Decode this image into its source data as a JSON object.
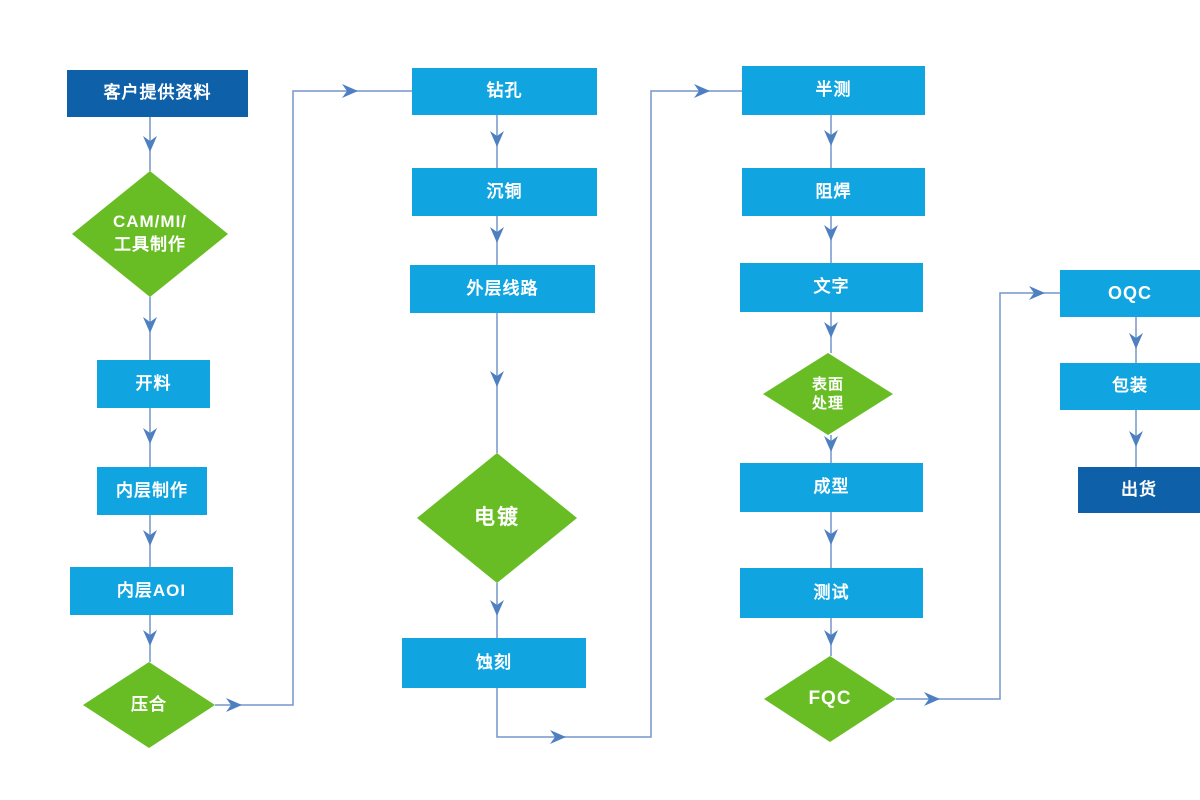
{
  "diagram": {
    "type": "flowchart",
    "subject": "PCB manufacturing process flow",
    "colors": {
      "light_blue": "#10a5e0",
      "dark_blue": "#0e60a8",
      "green": "#67bd23",
      "connector_line": "#7495cb",
      "arrowhead": "#4d7fc1",
      "text": "#ffffff",
      "background": "#ffffff"
    },
    "nodes": [
      {
        "id": "customer",
        "label": "客户提供资料",
        "shape": "rect",
        "variant": "dark"
      },
      {
        "id": "cam",
        "label": "CAM/MI/\n工具制作",
        "shape": "diamond",
        "variant": "green"
      },
      {
        "id": "cutting",
        "label": "开料",
        "shape": "rect",
        "variant": "light"
      },
      {
        "id": "innerfab",
        "label": "内层制作",
        "shape": "rect",
        "variant": "light"
      },
      {
        "id": "inneraoi",
        "label": "内层AOI",
        "shape": "rect",
        "variant": "light"
      },
      {
        "id": "lamination",
        "label": "压合",
        "shape": "diamond",
        "variant": "green"
      },
      {
        "id": "drilling",
        "label": "钻孔",
        "shape": "rect",
        "variant": "light"
      },
      {
        "id": "copper",
        "label": "沉铜",
        "shape": "rect",
        "variant": "light"
      },
      {
        "id": "outer",
        "label": "外层线路",
        "shape": "rect",
        "variant": "light"
      },
      {
        "id": "plating",
        "label": "电镀",
        "shape": "diamond",
        "variant": "green"
      },
      {
        "id": "etching",
        "label": "蚀刻",
        "shape": "rect",
        "variant": "light"
      },
      {
        "id": "halftest",
        "label": "半测",
        "shape": "rect",
        "variant": "light"
      },
      {
        "id": "soldermask",
        "label": "阻焊",
        "shape": "rect",
        "variant": "light"
      },
      {
        "id": "silkscreen",
        "label": "文字",
        "shape": "rect",
        "variant": "light"
      },
      {
        "id": "surface",
        "label": "表面\n处理",
        "shape": "diamond",
        "variant": "green"
      },
      {
        "id": "forming",
        "label": "成型",
        "shape": "rect",
        "variant": "light"
      },
      {
        "id": "testing",
        "label": "测试",
        "shape": "rect",
        "variant": "light"
      },
      {
        "id": "fqc",
        "label": "FQC",
        "shape": "diamond",
        "variant": "green"
      },
      {
        "id": "oqc",
        "label": "OQC",
        "shape": "rect",
        "variant": "light"
      },
      {
        "id": "packaging",
        "label": "包装",
        "shape": "rect",
        "variant": "light"
      },
      {
        "id": "shipment",
        "label": "出货",
        "shape": "rect",
        "variant": "dark"
      }
    ],
    "edges": [
      {
        "from": "customer",
        "to": "cam"
      },
      {
        "from": "cam",
        "to": "cutting"
      },
      {
        "from": "cutting",
        "to": "innerfab"
      },
      {
        "from": "innerfab",
        "to": "inneraoi"
      },
      {
        "from": "inneraoi",
        "to": "lamination"
      },
      {
        "from": "lamination",
        "to": "drilling"
      },
      {
        "from": "drilling",
        "to": "copper"
      },
      {
        "from": "copper",
        "to": "outer"
      },
      {
        "from": "outer",
        "to": "plating"
      },
      {
        "from": "plating",
        "to": "etching"
      },
      {
        "from": "etching",
        "to": "halftest"
      },
      {
        "from": "halftest",
        "to": "soldermask"
      },
      {
        "from": "soldermask",
        "to": "silkscreen"
      },
      {
        "from": "silkscreen",
        "to": "surface"
      },
      {
        "from": "surface",
        "to": "forming"
      },
      {
        "from": "forming",
        "to": "testing"
      },
      {
        "from": "testing",
        "to": "fqc"
      },
      {
        "from": "fqc",
        "to": "oqc"
      },
      {
        "from": "oqc",
        "to": "packaging"
      },
      {
        "from": "packaging",
        "to": "shipment"
      }
    ]
  }
}
